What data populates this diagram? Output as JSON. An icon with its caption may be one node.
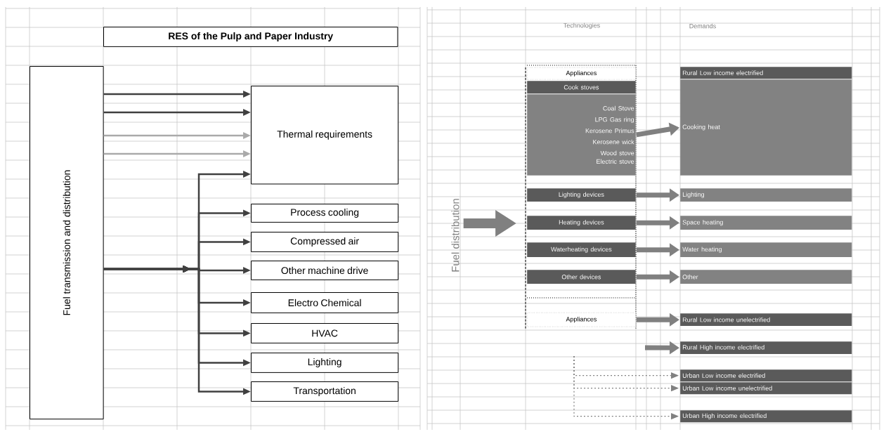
{
  "diagram": {
    "title": "RES of the Pulp and Paper Industry",
    "nodes": [
      {
        "text": [
          "Fuel transmission and distribution"
        ]
      },
      {
        "text": [
          "Thermal requirements"
        ]
      },
      {
        "text": [
          "Process cooling"
        ]
      },
      {
        "text": [
          "Compressed air"
        ]
      },
      {
        "text": [
          "Other machine drive"
        ]
      },
      {
        "text": [
          "Electro Chemical"
        ]
      },
      {
        "text": [
          "HVAC"
        ]
      },
      {
        "text": [
          "Lighting"
        ]
      },
      {
        "text": [
          "Transportation"
        ]
      },
      {
        "text": [
          "Fuel distribution"
        ]
      },
      {
        "text": [
          "Appliances"
        ]
      },
      {
        "text": [
          "Cook stoves"
        ]
      },
      {
        "text": [
          "Coal Stove",
          "LPG Gas ring",
          "Kerosene Primus",
          "Kerosene wick",
          "Wood stove",
          "Electric stove"
        ]
      },
      {
        "text": [
          "Lighting devices"
        ]
      },
      {
        "text": [
          "Heating devices"
        ]
      },
      {
        "text": [
          "Waterheating devices"
        ]
      },
      {
        "text": [
          "Other devices"
        ]
      },
      {
        "text": [
          "Appliances"
        ]
      },
      {
        "text": [
          "Rural Low income electrified"
        ]
      },
      {
        "text": [
          "Cooking heat"
        ]
      },
      {
        "text": [
          "Lighting"
        ]
      },
      {
        "text": [
          "Space heating"
        ]
      },
      {
        "text": [
          "Water heating"
        ]
      },
      {
        "text": [
          "Other"
        ]
      },
      {
        "text": [
          "Rural Low income unelectrified"
        ]
      },
      {
        "text": [
          "Rural High income electrified"
        ]
      },
      {
        "text": [
          "Urban Low income electrified"
        ]
      },
      {
        "text": [
          "Urban Low income unelectrified"
        ]
      },
      {
        "text": [
          "Urban High income electrified"
        ]
      }
    ],
    "edges": [
      {
        "from": 0,
        "to": 1,
        "arrow": "to"
      },
      {
        "from": 0,
        "to": 1,
        "arrow": "to"
      },
      {
        "from": 0,
        "to": 1,
        "arrow": "to",
        "color": "#aaaaaa"
      },
      {
        "from": 0,
        "to": 1,
        "arrow": "to",
        "color": "#aaaaaa"
      },
      {
        "from": 0,
        "to": 1,
        "arrow": "to"
      },
      {
        "from": 0,
        "to": 2,
        "arrow": "to"
      },
      {
        "from": 0,
        "to": 3,
        "arrow": "to"
      },
      {
        "from": 0,
        "to": 4,
        "arrow": "to"
      },
      {
        "from": 0,
        "to": 5,
        "arrow": "to"
      },
      {
        "from": 0,
        "to": 6,
        "arrow": "to"
      },
      {
        "from": 0,
        "to": 7,
        "arrow": "to"
      },
      {
        "from": 0,
        "to": 8,
        "arrow": "to"
      },
      {
        "from": 9,
        "to": null,
        "arrow": "to",
        "style": "thick",
        "color": "#808080"
      },
      {
        "from": 12,
        "to": 19,
        "arrow": "to",
        "style": "thick",
        "color": "#808080"
      },
      {
        "from": 13,
        "to": 20,
        "arrow": "to",
        "style": "thick",
        "color": "#808080"
      },
      {
        "from": 14,
        "to": 21,
        "arrow": "to",
        "style": "thick",
        "color": "#808080"
      },
      {
        "from": 15,
        "to": 22,
        "arrow": "to",
        "style": "thick",
        "color": "#808080"
      },
      {
        "from": 16,
        "to": 23,
        "arrow": "to",
        "style": "thick",
        "color": "#808080"
      },
      {
        "from": 17,
        "to": 24,
        "arrow": "to",
        "style": "thick",
        "color": "#808080"
      },
      {
        "from": null,
        "to": 25,
        "arrow": "to",
        "style": "thick",
        "color": "#808080"
      },
      {
        "from": null,
        "to": 26,
        "arrow": "to",
        "style": "dashed",
        "color": "#808080"
      },
      {
        "from": null,
        "to": 27,
        "arrow": "to",
        "style": "dashed",
        "color": "#808080"
      },
      {
        "from": null,
        "to": 28,
        "arrow": "to",
        "style": "dashed",
        "color": "#808080"
      }
    ],
    "labels": [
      "Technologies",
      "Demands"
    ]
  }
}
